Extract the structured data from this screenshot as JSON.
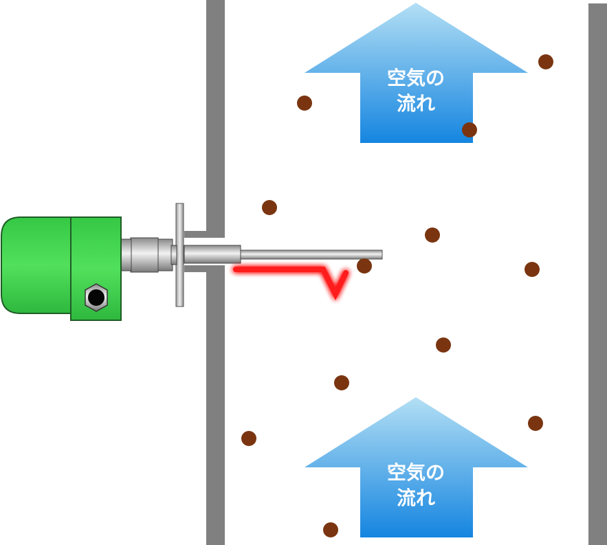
{
  "labels": {
    "airflow_line1": "空気の",
    "airflow_line2": "流れ"
  },
  "arrows": [
    {
      "id": "upper"
    },
    {
      "id": "lower"
    }
  ],
  "colors": {
    "wall": "#808080",
    "sensor_housing": "#3fcf4f",
    "sensor_outline": "#1f5c26",
    "particle": "#7a3510",
    "arrow_top": "#a8d8f2",
    "arrow_bottom": "#1585e0",
    "signal_glow": "#ff0000"
  }
}
